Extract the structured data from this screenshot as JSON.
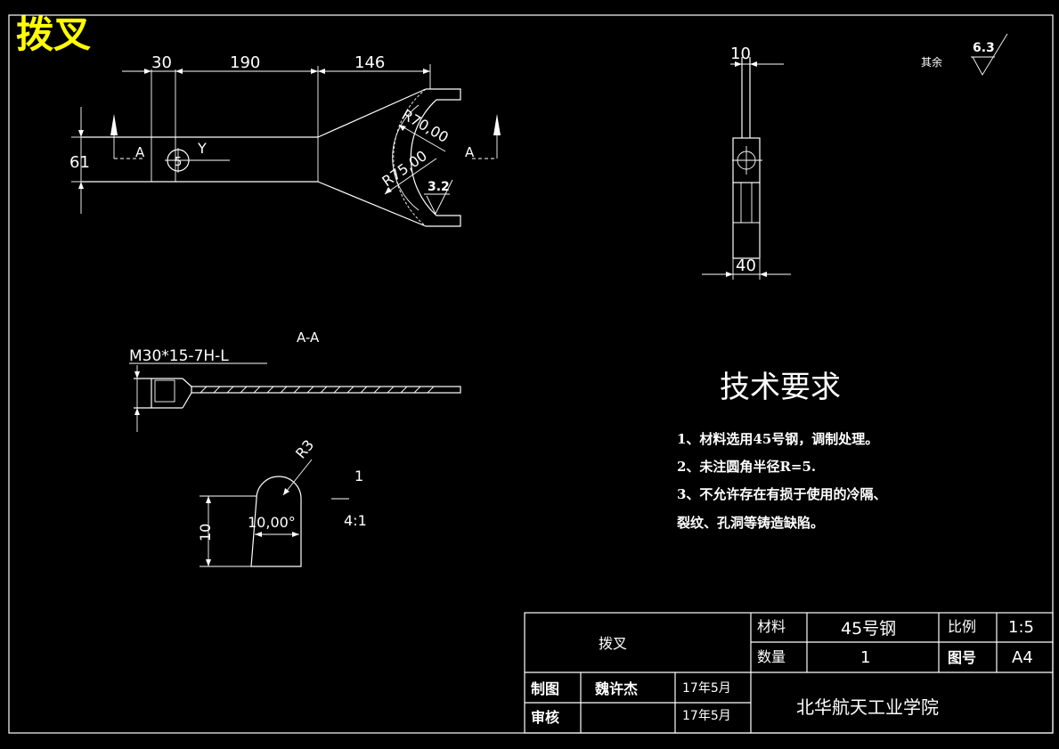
{
  "title": "拨叉",
  "dimensions": {
    "d30": "30",
    "d190": "190",
    "d146": "146",
    "d61": "61",
    "d10_top": "10",
    "d40": "40",
    "d10_detail": "10",
    "r70": "R70,00",
    "r75": "R75,00",
    "r3": "R3",
    "w10": "10,00°"
  },
  "labels": {
    "section_a_left": "A",
    "section_a_right": "A",
    "y_label": "Y",
    "circle_label": "5",
    "section_title": "A-A",
    "thread": "M30*15-7H-L",
    "detail_num": "1",
    "detail_scale": "4:1"
  },
  "roughness": {
    "general": "6.3",
    "general_note": "其余",
    "local": "3.2"
  },
  "tech_requirements": {
    "heading": "技术要求",
    "items": [
      "1、材料选用45号钢，调制处理。",
      "2、未注圆角半径R=5.",
      "3、不允许存在有损于使用的冷隔、",
      "裂纹、孔洞等铸造缺陷。"
    ]
  },
  "title_block": {
    "part_name": "拨叉",
    "material_label": "材料",
    "material_value": "45号钢",
    "scale_label": "比例",
    "scale_value": "1:5",
    "qty_label": "数量",
    "qty_value": "1",
    "drawing_no_label": "图号",
    "drawing_no_value": "A4",
    "drawn_label": "制图",
    "drawn_name": "魏许杰",
    "drawn_date": "17年5月",
    "check_label": "审核",
    "check_date": "17年5月",
    "school": "北华航天工业学院"
  }
}
